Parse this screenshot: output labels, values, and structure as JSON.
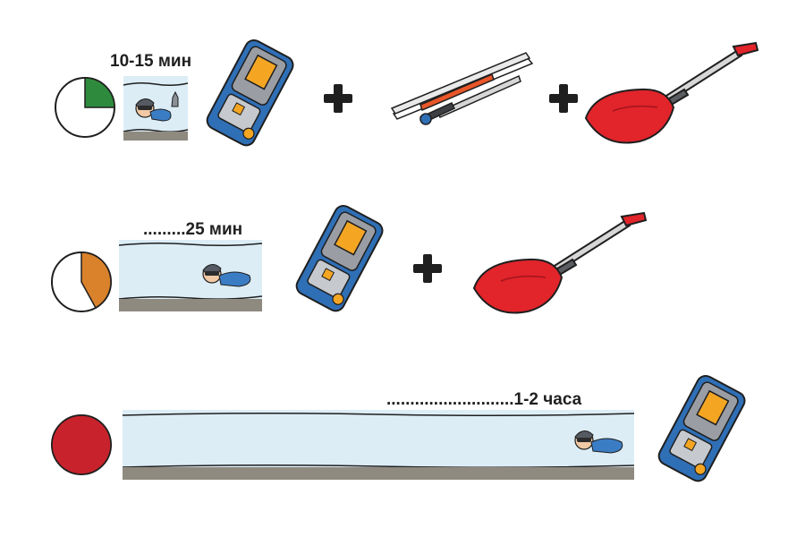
{
  "scenarios": [
    {
      "time_label": "10-15 мин",
      "clock_fraction": 0.25,
      "clock_color": "#2e8b3e",
      "tools": [
        "beacon-icon",
        "probe-icon",
        "shovel-icon"
      ]
    },
    {
      "time_label": ".........25 мин",
      "clock_fraction": 0.42,
      "clock_color": "#d9822b",
      "tools": [
        "beacon-icon",
        "shovel-icon"
      ]
    },
    {
      "time_label": "...........................1-2 часа",
      "clock_fraction": 1.0,
      "clock_color": "#c8232c",
      "tools": [
        "beacon-icon"
      ]
    }
  ],
  "colors": {
    "snow": "#dcedf6",
    "ground": "#8f8a80",
    "beacon_blue": "#2f6fb6",
    "beacon_gray": "#9a9ea4",
    "shovel_red": "#e2242b",
    "display_orange": "#f4a623"
  }
}
